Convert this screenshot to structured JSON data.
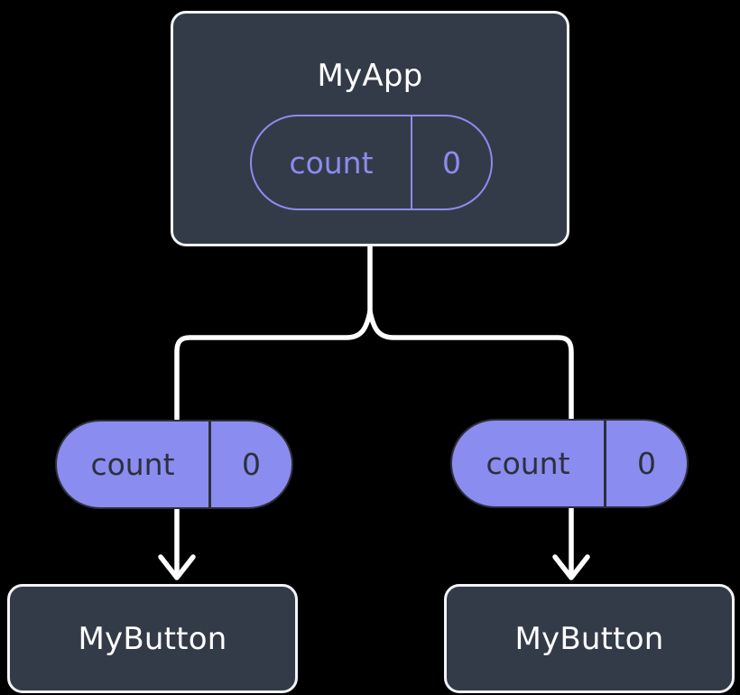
{
  "diagram": {
    "title": "MyApp component state propagation tree",
    "background_color": "#000000",
    "colors": {
      "node_fill": "#343b48",
      "node_border": "#f2f4f7",
      "accent_purple": "#8b8cf0",
      "dark_text_on_purple": "#2b303c",
      "wire": "#ffffff"
    }
  },
  "root": {
    "label": "MyApp",
    "state_pill": {
      "key": "count",
      "value": "0",
      "style": "outlined"
    }
  },
  "branches": [
    {
      "side": "left",
      "state_pill": {
        "key": "count",
        "value": "0",
        "style": "filled"
      },
      "child": {
        "label": "MyButton"
      }
    },
    {
      "side": "right",
      "state_pill": {
        "key": "count",
        "value": "0",
        "style": "filled"
      },
      "child": {
        "label": "MyButton"
      }
    }
  ],
  "connectors": {
    "fork_label": "state-fork-connector",
    "arrow_label": "prop-arrow"
  }
}
